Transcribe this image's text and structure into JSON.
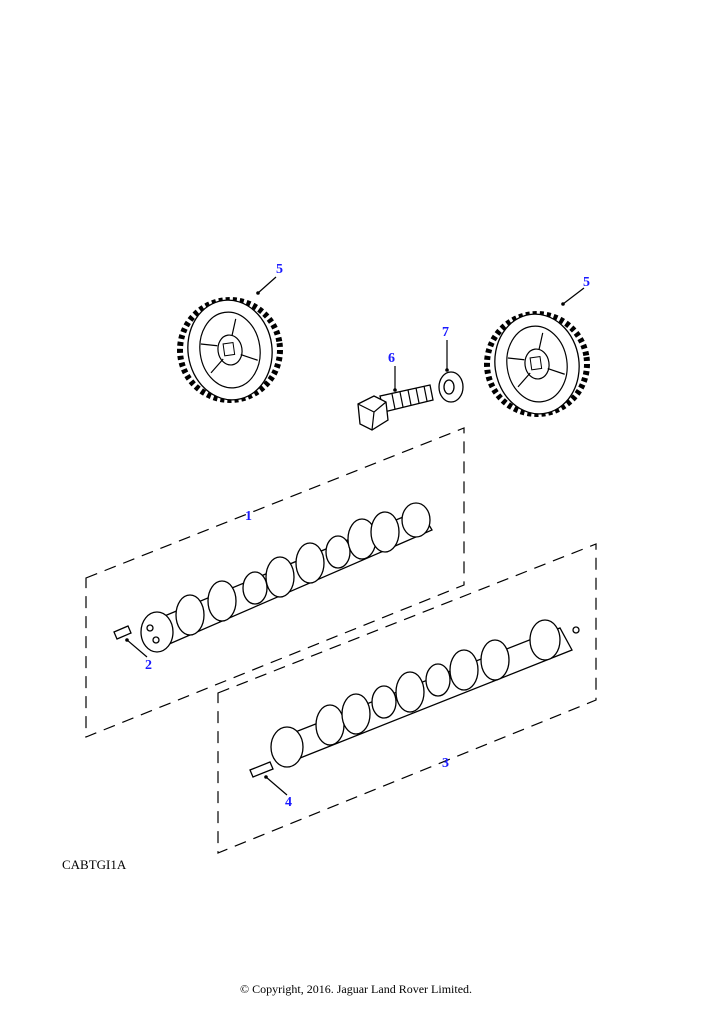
{
  "diagram": {
    "callouts": {
      "camshaft_inlet": "1",
      "dowel_inlet": "2",
      "camshaft_exhaust": "3",
      "dowel_exhaust": "4",
      "pulley_left": "5",
      "pulley_right": "5",
      "bolt": "6",
      "washer": "7"
    },
    "callout_color": "#1a1aff",
    "reference_code": "CABTGI1A",
    "copyright": "© Copyright, 2016. Jaguar Land Rover Limited."
  }
}
